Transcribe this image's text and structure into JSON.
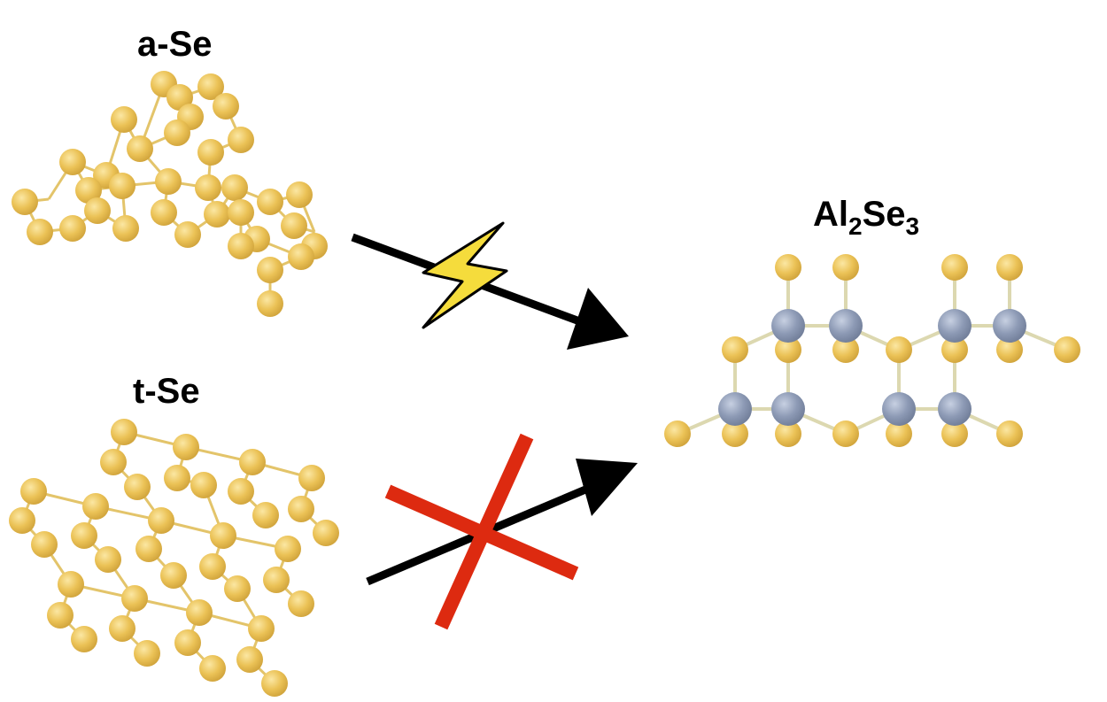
{
  "labels": {
    "amorphous": "a-Se",
    "trigonal": "t-Se",
    "product_element_1": "Al",
    "product_sub_1": "2",
    "product_element_2": "Se",
    "product_sub_2": "3"
  },
  "colors": {
    "selenium_atom": "#ebc256",
    "aluminum_atom": "#8d9ab5",
    "bond": "#e3c46a",
    "arrow": "#000000",
    "lightning": "#f5dc3c",
    "cross": "#dd2a10"
  },
  "icons": [
    "lightning-bolt-icon",
    "cross-icon",
    "arrow-icon"
  ]
}
